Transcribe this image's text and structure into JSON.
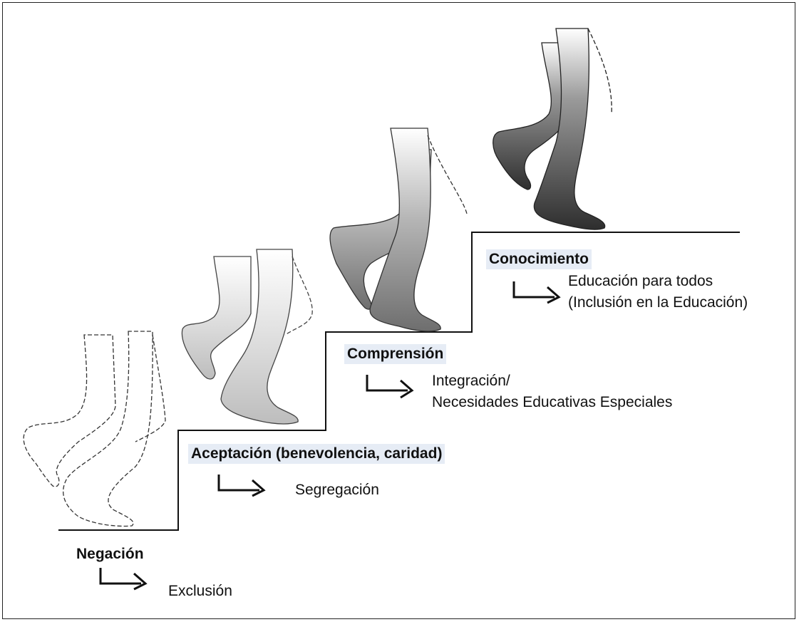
{
  "stages": [
    {
      "title": "Negación",
      "result": [
        "Exclusión"
      ]
    },
    {
      "title": "Aceptación (benevolencia, caridad)",
      "result": [
        "Segregación"
      ]
    },
    {
      "title": "Comprensión",
      "result": [
        "Integración/",
        "Necesidades Educativas Especiales"
      ]
    },
    {
      "title": "Conocimiento",
      "result": [
        "Educación para todos",
        "(Inclusión en la Educación)"
      ]
    }
  ],
  "colors": {
    "line": "#111111",
    "highlight": "#e6ecf5",
    "legs": [
      "#ffffff",
      "#bdbdbd",
      "#7a7a7a",
      "#3c3c3c"
    ]
  },
  "icons": [
    "arrow-right-icon",
    "legs-icon"
  ]
}
